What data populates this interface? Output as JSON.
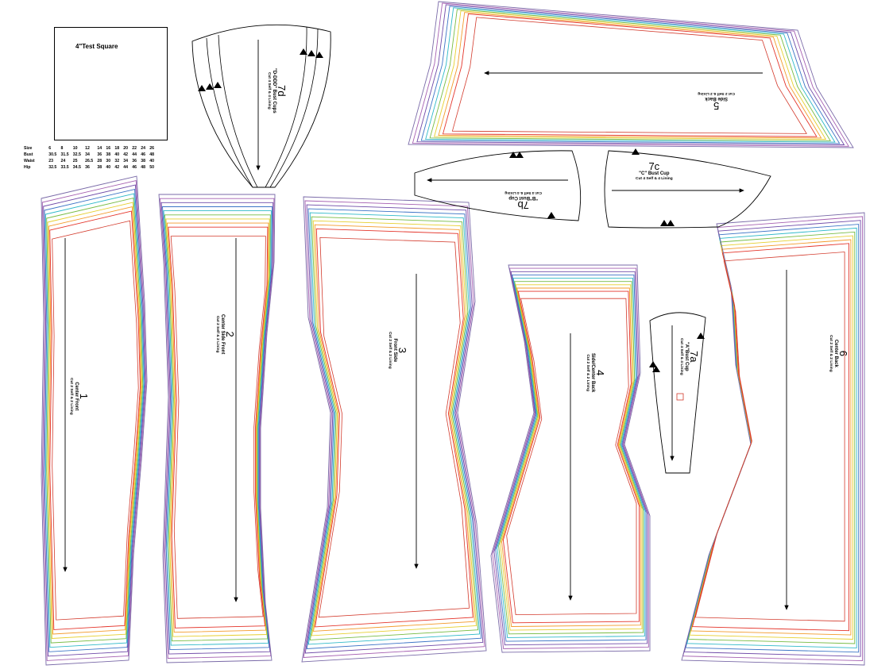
{
  "test_square": {
    "label": "4\"Test Square"
  },
  "size_chart": {
    "rows": [
      {
        "name": "Size",
        "values": [
          "6",
          "8",
          "10",
          "12",
          "14",
          "16",
          "18",
          "20",
          "22",
          "24",
          "26"
        ]
      },
      {
        "name": "Bust",
        "values": [
          "30.5",
          "31.5",
          "32.5",
          "34",
          "36",
          "38",
          "40",
          "42",
          "44",
          "46",
          "48"
        ]
      },
      {
        "name": "Waist",
        "values": [
          "23",
          "24",
          "25",
          "26.5",
          "28",
          "30",
          "32",
          "34",
          "36",
          "38",
          "40"
        ]
      },
      {
        "name": "Hip",
        "values": [
          "32.5",
          "33.5",
          "34.5",
          "36",
          "38",
          "40",
          "42",
          "44",
          "46",
          "48",
          "50"
        ]
      }
    ]
  },
  "pieces": [
    {
      "num": "1",
      "title": "Center Front",
      "cut": "Cut 2 Self & 2 Lining"
    },
    {
      "num": "2",
      "title": "Center Side Front",
      "cut": "Cut 2 Self & 2 Lining"
    },
    {
      "num": "3",
      "title": "Front Side",
      "cut": "Cut 2 Self & 2 Lining"
    },
    {
      "num": "4",
      "title": "Side/Center Back",
      "cut": "Cut 2 Self & 2 Lining"
    },
    {
      "num": "5",
      "title": "Side Back",
      "cut": "Cut 2 Self & 2 Lining"
    },
    {
      "num": "6",
      "title": "Center Back",
      "cut": "Cut 2 Self & 2 Lining"
    },
    {
      "num": "7a",
      "title": "\"A\"Bust Cup",
      "cut": "Cut 4 Self & 4 Lining"
    },
    {
      "num": "7b",
      "title": "\"B\"Bust Cup",
      "cut": "Cut 4 Self & 4 Lining"
    },
    {
      "num": "7c",
      "title": "\"C\" Bust Cup",
      "cut": "Cut 4 Self & 4 Lining"
    },
    {
      "num": "7d",
      "title": "\"D-DDD\" Bust Cups",
      "cut": "Cut 4 Self & 4 Lining"
    }
  ],
  "size_line_colors": [
    "#e4352b",
    "#f39a2b",
    "#e6cf2f",
    "#77bb43",
    "#2eb9c8",
    "#3c74c6",
    "#6f4aa8",
    "#a55fb1"
  ],
  "outline_color": "#000000"
}
